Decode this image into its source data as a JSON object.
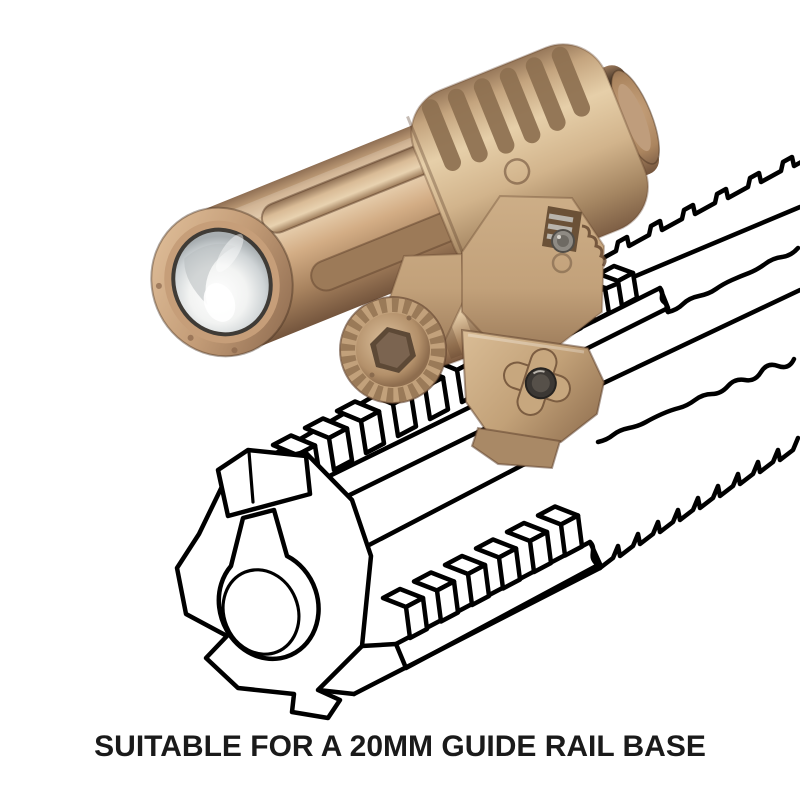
{
  "caption": {
    "text": "SUITABLE FOR A 20MM GUIDE RAIL BASE"
  },
  "illustration": {
    "flashlight_parts": [
      "flashlight-bezel",
      "flashlight-lens",
      "flashlight-head",
      "head-flutes",
      "ribbed-battery-cover",
      "tail-cap",
      "mount-yoke",
      "pivot-cylinder",
      "ratchet-adjustment-wheel",
      "rail-clamp",
      "thumb-screw-knob",
      "tension-bolt-with-spring"
    ],
    "rail_parts": [
      "rail-end-cap",
      "barrel-keyhole",
      "top-picatinny-teeth",
      "side-picatinny-teeth",
      "serrated-far-edge",
      "long-rail-edges",
      "wavy-break-lines",
      "jagged-break-teeth"
    ]
  },
  "colors": {
    "background": "#ffffff",
    "line_art": "#000000",
    "caption_text": "#1a1a1a",
    "metal_light": "#ecd8bb",
    "metal_mid": "#c49e7b",
    "metal_dark": "#7a5a41",
    "polymer_light": "#dfc6a2",
    "polymer_mid": "#c4a783",
    "polymer_dark": "#83644a",
    "rib_slot": "#8d7050",
    "knob_metal": "#3c3834",
    "lens_silver": "#cfd4d6",
    "lens_white": "#ffffff"
  }
}
